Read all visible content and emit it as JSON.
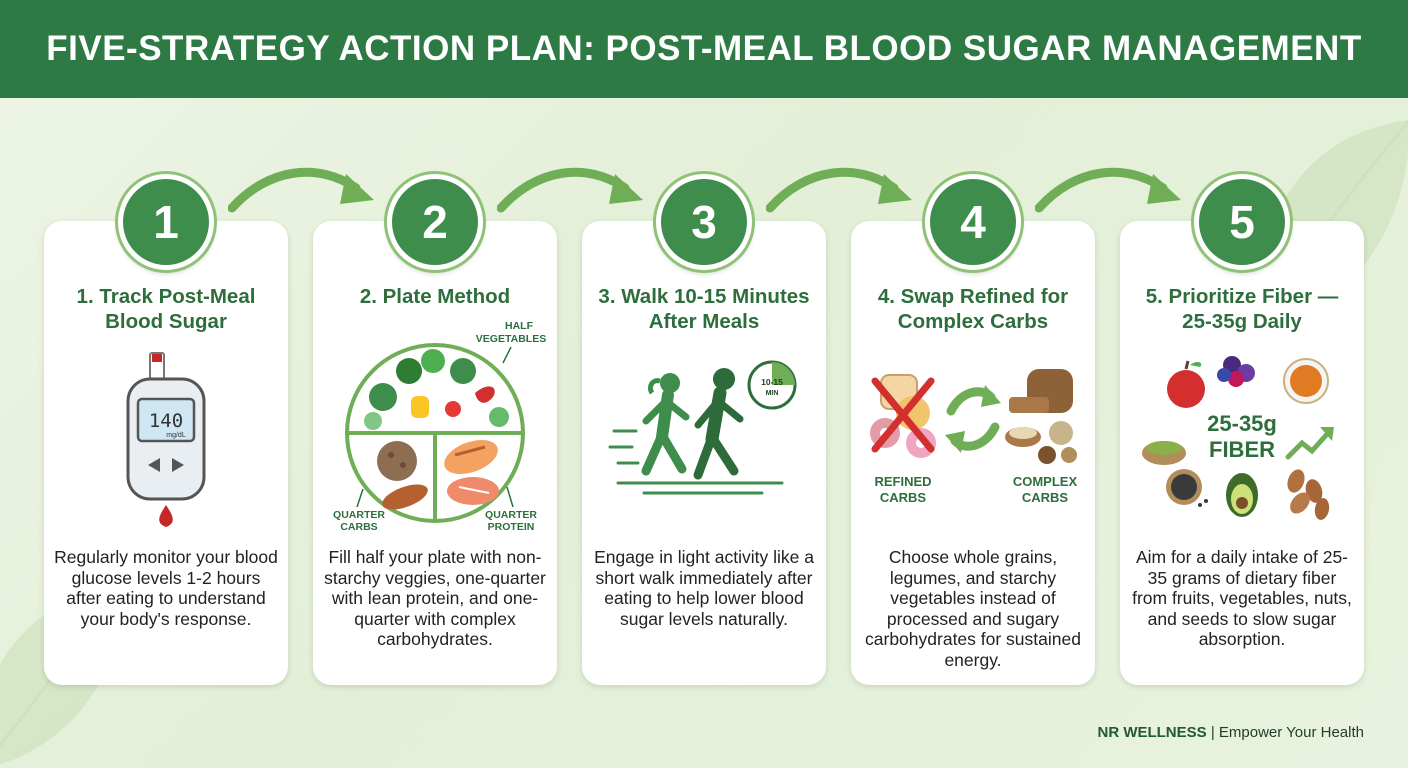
{
  "header": {
    "title": "FIVE-STRATEGY ACTION PLAN: POST-MEAL BLOOD SUGAR MANAGEMENT"
  },
  "steps": [
    {
      "number": "1",
      "title": "1. Track Post-Meal Blood Sugar",
      "description": "Regularly monitor your blood glucose levels 1-2 hours after eating to understand your body's response.",
      "meter": {
        "reading": "140",
        "unit": "mg/dL"
      }
    },
    {
      "number": "2",
      "title": "2. Plate Method",
      "description": "Fill half your plate with non-starchy veggies, one-quarter with lean protein, and one-quarter with complex carbohydrates.",
      "labels": {
        "half": "HALF",
        "vegetables": "VEGETABLES",
        "quarter": "QUARTER",
        "carbs": "CARBS",
        "protein": "PROTEIN"
      }
    },
    {
      "number": "3",
      "title": "3. Walk 10-15 Minutes After Meals",
      "description": "Engage in light activity like a short walk immediately after eating to help lower blood sugar levels naturally.",
      "clock": {
        "time": "10-15",
        "unit": "MIN"
      }
    },
    {
      "number": "4",
      "title": "4. Swap Refined for Complex Carbs",
      "description": "Choose whole grains, legumes, and starchy vegetables instead of processed and sugary carbohydrates for sustained energy.",
      "labels": {
        "refined": "REFINED",
        "complex": "COMPLEX",
        "carbs": "CARBS"
      }
    },
    {
      "number": "5",
      "title": "5. Prioritize Fiber — 25-35g Daily",
      "description": "Aim for a daily intake of 25-35 grams of dietary fiber from fruits, vegetables, nuts, and seeds to slow sugar absorption.",
      "fiber": {
        "amount": "25-35g",
        "label": "FIBER"
      }
    }
  ],
  "footer": {
    "brand": "NR WELLNESS",
    "separator": "|",
    "tagline": "Empower Your Health"
  },
  "colors": {
    "primary": "#2d7a45",
    "badge": "#3f8d4c",
    "accent": "#8fc276",
    "text_green": "#2d6e3c"
  }
}
